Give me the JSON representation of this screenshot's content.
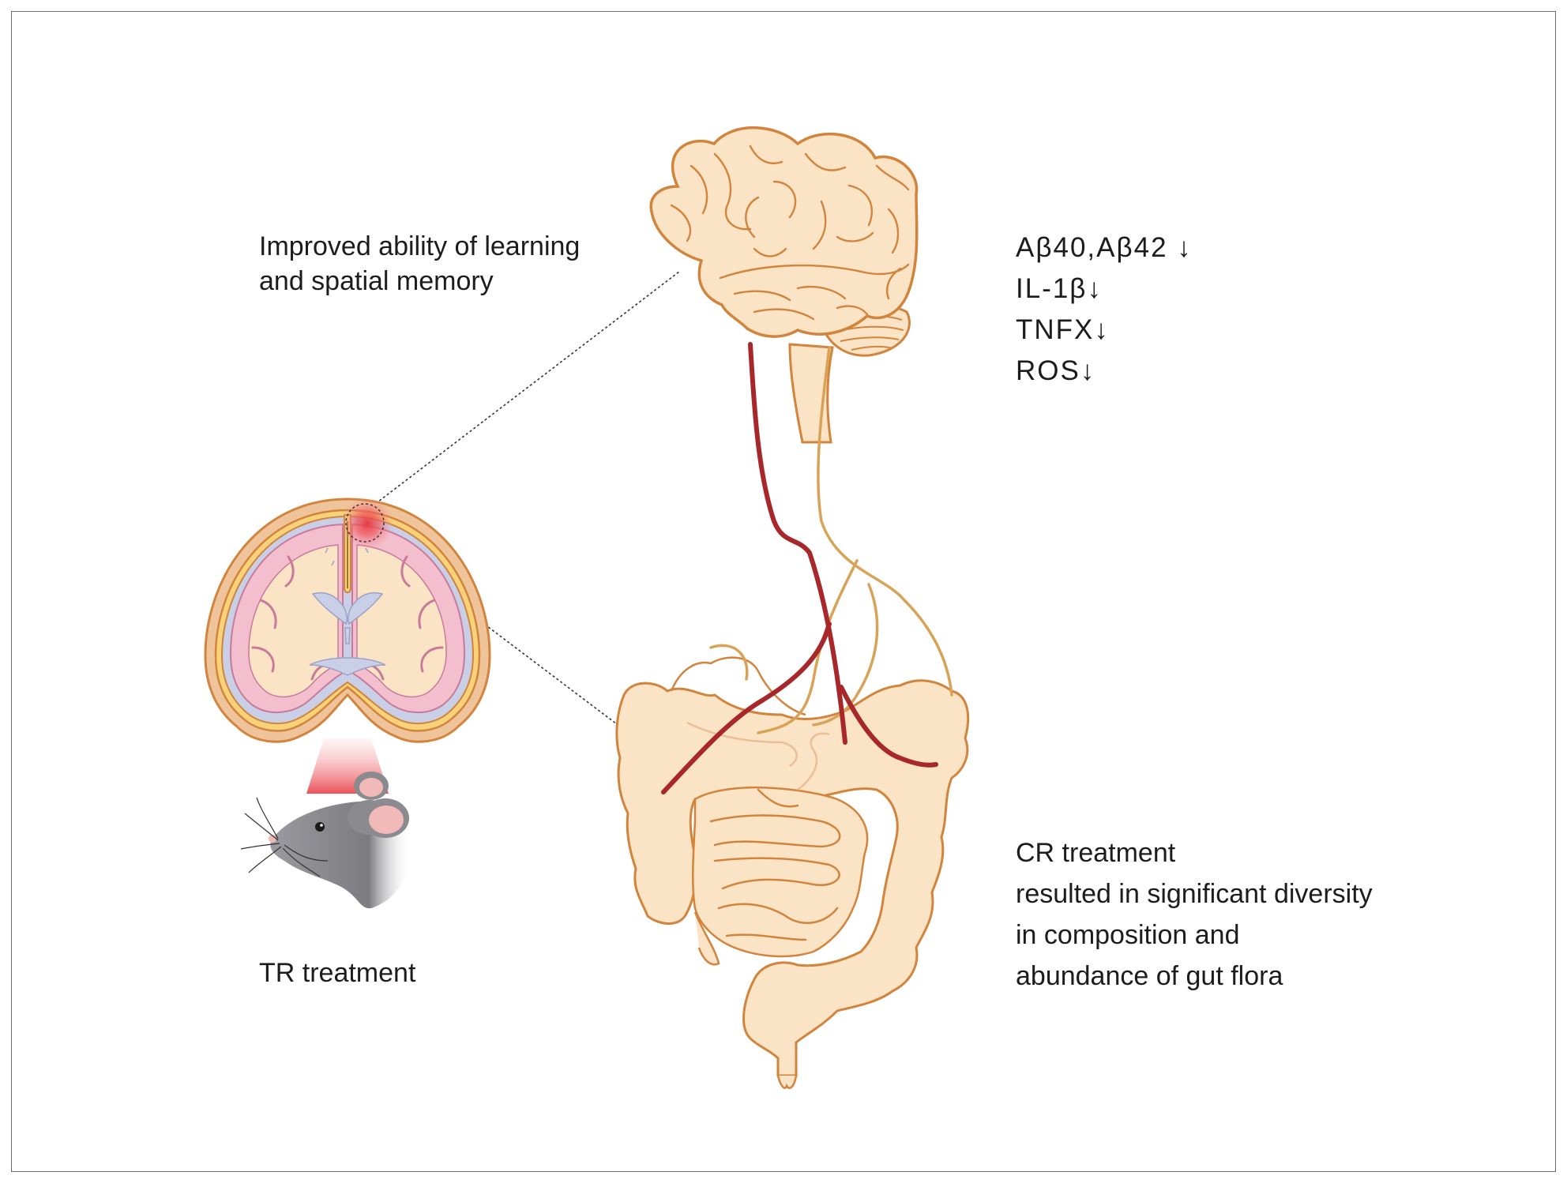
{
  "colors": {
    "tissue_fill": "#fbe3c6",
    "tissue_stroke": "#d2843c",
    "skull_fill": "#f0c49b",
    "cortex_fill": "#f3bfcf",
    "ventricle_fill": "#c9cfe6",
    "artery": "#a8272b",
    "vagus_nerve": "#d8a356",
    "highlight": "#e8333b",
    "mouse_grey": "#8a8a8f",
    "mouse_ear": "#f2b9b9"
  },
  "icons": [
    "human-brain-icon",
    "coronal-brain-section-icon",
    "mouse-icon",
    "intestine-icon"
  ],
  "labels": {
    "learning_memory": [
      "Improved ability of learning",
      "and spatial memory"
    ],
    "markers": [
      "Aβ40,Aβ42 ↓",
      "IL-1β↓",
      "TNFX↓",
      "ROS↓"
    ],
    "tr_treatment": "TR treatment",
    "cr_treatment": [
      "CR treatment",
      "resulted in significant diversity",
      "in composition and",
      "abundance of gut flora"
    ]
  }
}
